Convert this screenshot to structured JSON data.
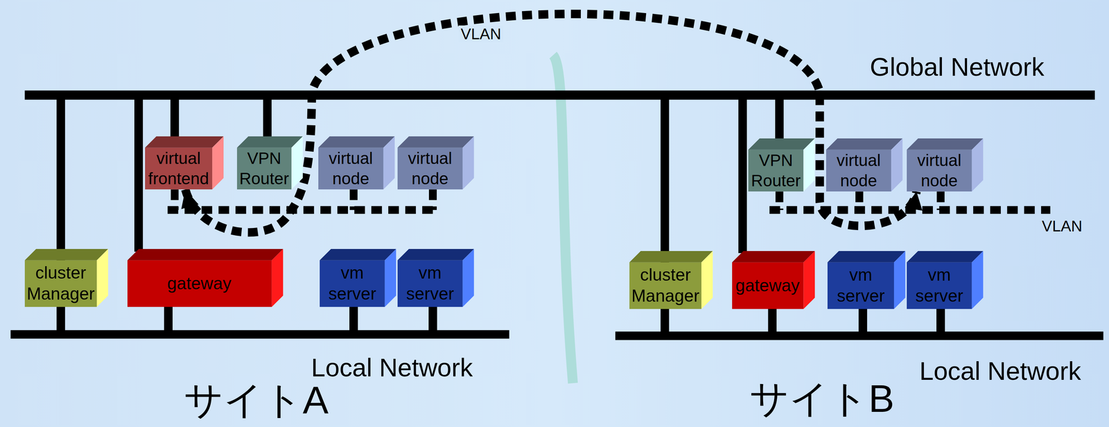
{
  "diagram": {
    "nodes": [
      {
        "text": [
          "virtual frontend"
        ]
      },
      {
        "text": [
          "VPN Router"
        ]
      },
      {
        "text": [
          "virtual node"
        ]
      },
      {
        "text": [
          "virtual node"
        ]
      },
      {
        "text": [
          "cluster Manager"
        ]
      },
      {
        "text": [
          "gateway"
        ]
      },
      {
        "text": [
          "vm server"
        ]
      },
      {
        "text": [
          "vm server"
        ]
      },
      {
        "text": [
          "VPN Router"
        ]
      },
      {
        "text": [
          "virtual node"
        ]
      },
      {
        "text": [
          "virtual node"
        ]
      },
      {
        "text": [
          "cluster Manager"
        ]
      },
      {
        "text": [
          "gateway"
        ]
      },
      {
        "text": [
          "vm server"
        ]
      },
      {
        "text": [
          "vm server"
        ]
      }
    ],
    "edges": [
      {
        "from": 0,
        "to": 10,
        "arrow": "both",
        "label": "VLAN"
      }
    ],
    "labels": [
      "Global Network",
      "Local Network",
      "Local Network",
      "VLAN",
      "サイトA",
      "サイトB"
    ]
  }
}
